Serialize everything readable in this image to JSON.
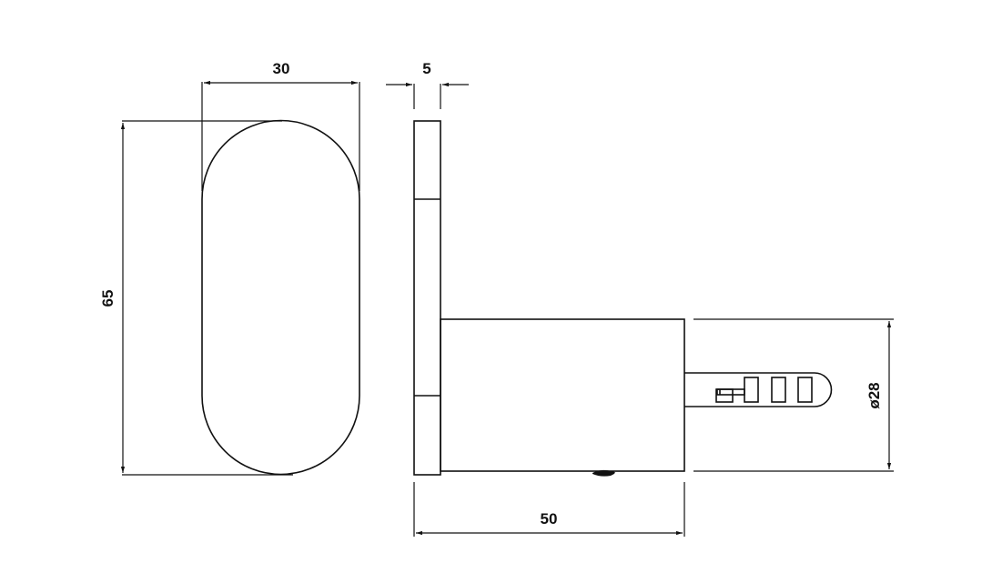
{
  "drawing": {
    "front_view": {
      "name": "rounded-rectangle-plate"
    },
    "side_view": {
      "name": "side-profile-with-cylinder-and-plug"
    },
    "dimensions": {
      "width": "30",
      "thickness": "5",
      "height": "65",
      "length": "50",
      "diameter": "ø28"
    },
    "colors": {
      "line": "#111111",
      "background": "#ffffff"
    }
  }
}
